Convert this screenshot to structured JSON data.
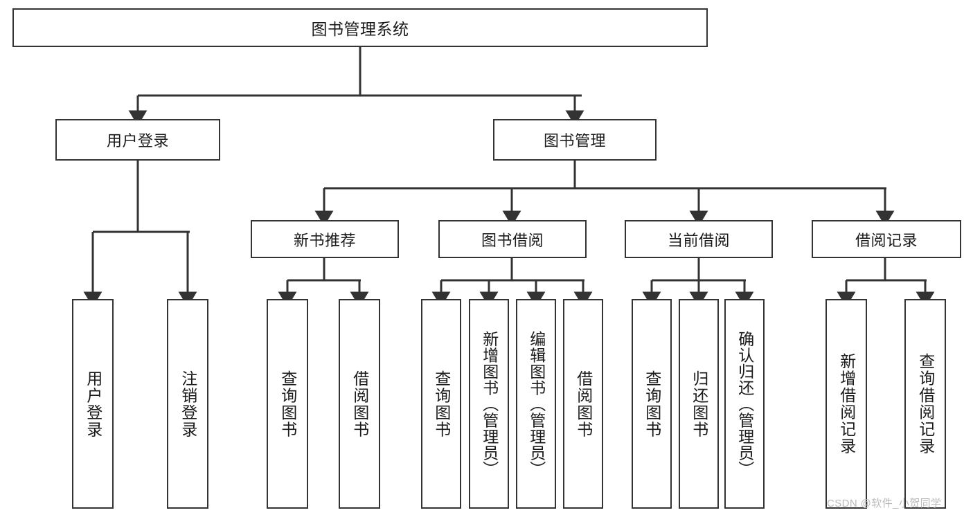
{
  "diagram": {
    "title": "图书管理系统",
    "root": {
      "label": "图书管理系统"
    },
    "level2": [
      {
        "label": "用户登录"
      },
      {
        "label": "图书管理"
      }
    ],
    "level3": [
      {
        "label": "新书推荐"
      },
      {
        "label": "图书借阅"
      },
      {
        "label": "当前借阅"
      },
      {
        "label": "借阅记录"
      }
    ],
    "leaves": {
      "user_login": [
        {
          "label": "用户登录"
        },
        {
          "label": "注销登录"
        }
      ],
      "new_book": [
        {
          "label": "查询图书"
        },
        {
          "label": "借阅图书"
        }
      ],
      "book_borrow": [
        {
          "label": "查询图书"
        },
        {
          "label": "新增图书（管理员）"
        },
        {
          "label": "编辑图书（管理员）"
        },
        {
          "label": "借阅图书"
        }
      ],
      "current_borrow": [
        {
          "label": "查询图书"
        },
        {
          "label": "归还图书"
        },
        {
          "label": "确认归还（管理员）"
        }
      ],
      "borrow_record": [
        {
          "label": "新增借阅记录"
        },
        {
          "label": "查询借阅记录"
        }
      ]
    }
  },
  "watermark": {
    "text": "CSDN @软件_小贺同学"
  },
  "colors": {
    "stroke": "#333333",
    "background": "#ffffff",
    "text": "#1a1a1a",
    "watermark": "#b9b9b9"
  }
}
